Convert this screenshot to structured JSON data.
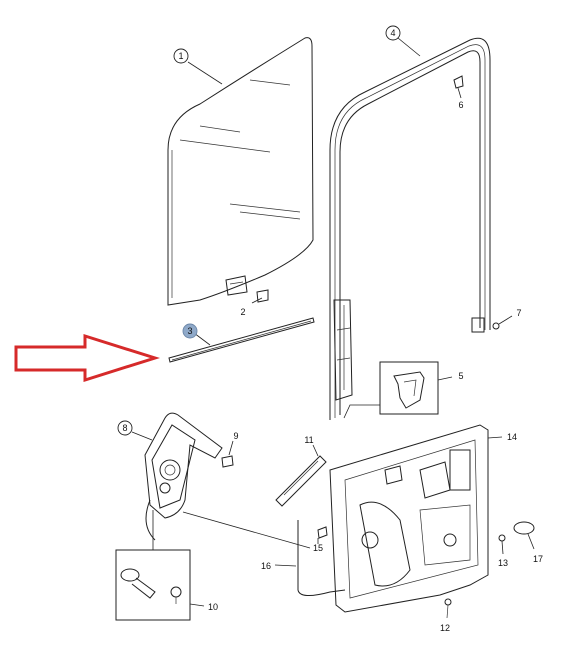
{
  "diagram": {
    "callouts": [
      {
        "id": "1",
        "label": "1"
      },
      {
        "id": "2",
        "label": "2"
      },
      {
        "id": "3",
        "label": "3"
      },
      {
        "id": "4",
        "label": "4"
      },
      {
        "id": "5",
        "label": "5"
      },
      {
        "id": "6",
        "label": "6"
      },
      {
        "id": "7",
        "label": "7"
      },
      {
        "id": "8",
        "label": "8"
      },
      {
        "id": "9",
        "label": "9"
      },
      {
        "id": "10",
        "label": "10"
      },
      {
        "id": "11",
        "label": "11"
      },
      {
        "id": "12",
        "label": "12"
      },
      {
        "id": "13",
        "label": "13"
      },
      {
        "id": "14",
        "label": "14"
      },
      {
        "id": "15",
        "label": "15"
      },
      {
        "id": "16",
        "label": "16"
      },
      {
        "id": "17",
        "label": "17"
      }
    ],
    "highlighted_callout": "3",
    "colors": {
      "arrow": "#d62a2a",
      "highlight_bubble": "#8fa9c9",
      "line": "#222222"
    }
  }
}
